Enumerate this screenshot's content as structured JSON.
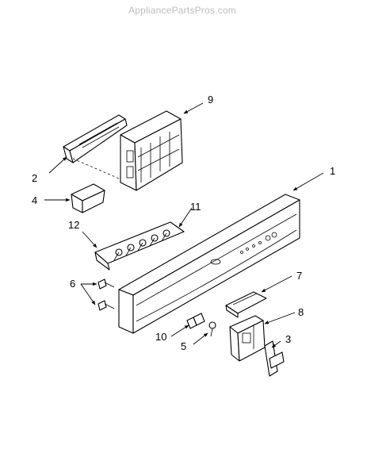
{
  "watermark": "AppliancePartsPros.com",
  "callouts": {
    "c1": "1",
    "c2": "2",
    "c3": "3",
    "c4": "4",
    "c5": "5",
    "c6": "6",
    "c7": "7",
    "c8": "8",
    "c9": "9",
    "c10": "10",
    "c11": "11",
    "c12": "12"
  }
}
